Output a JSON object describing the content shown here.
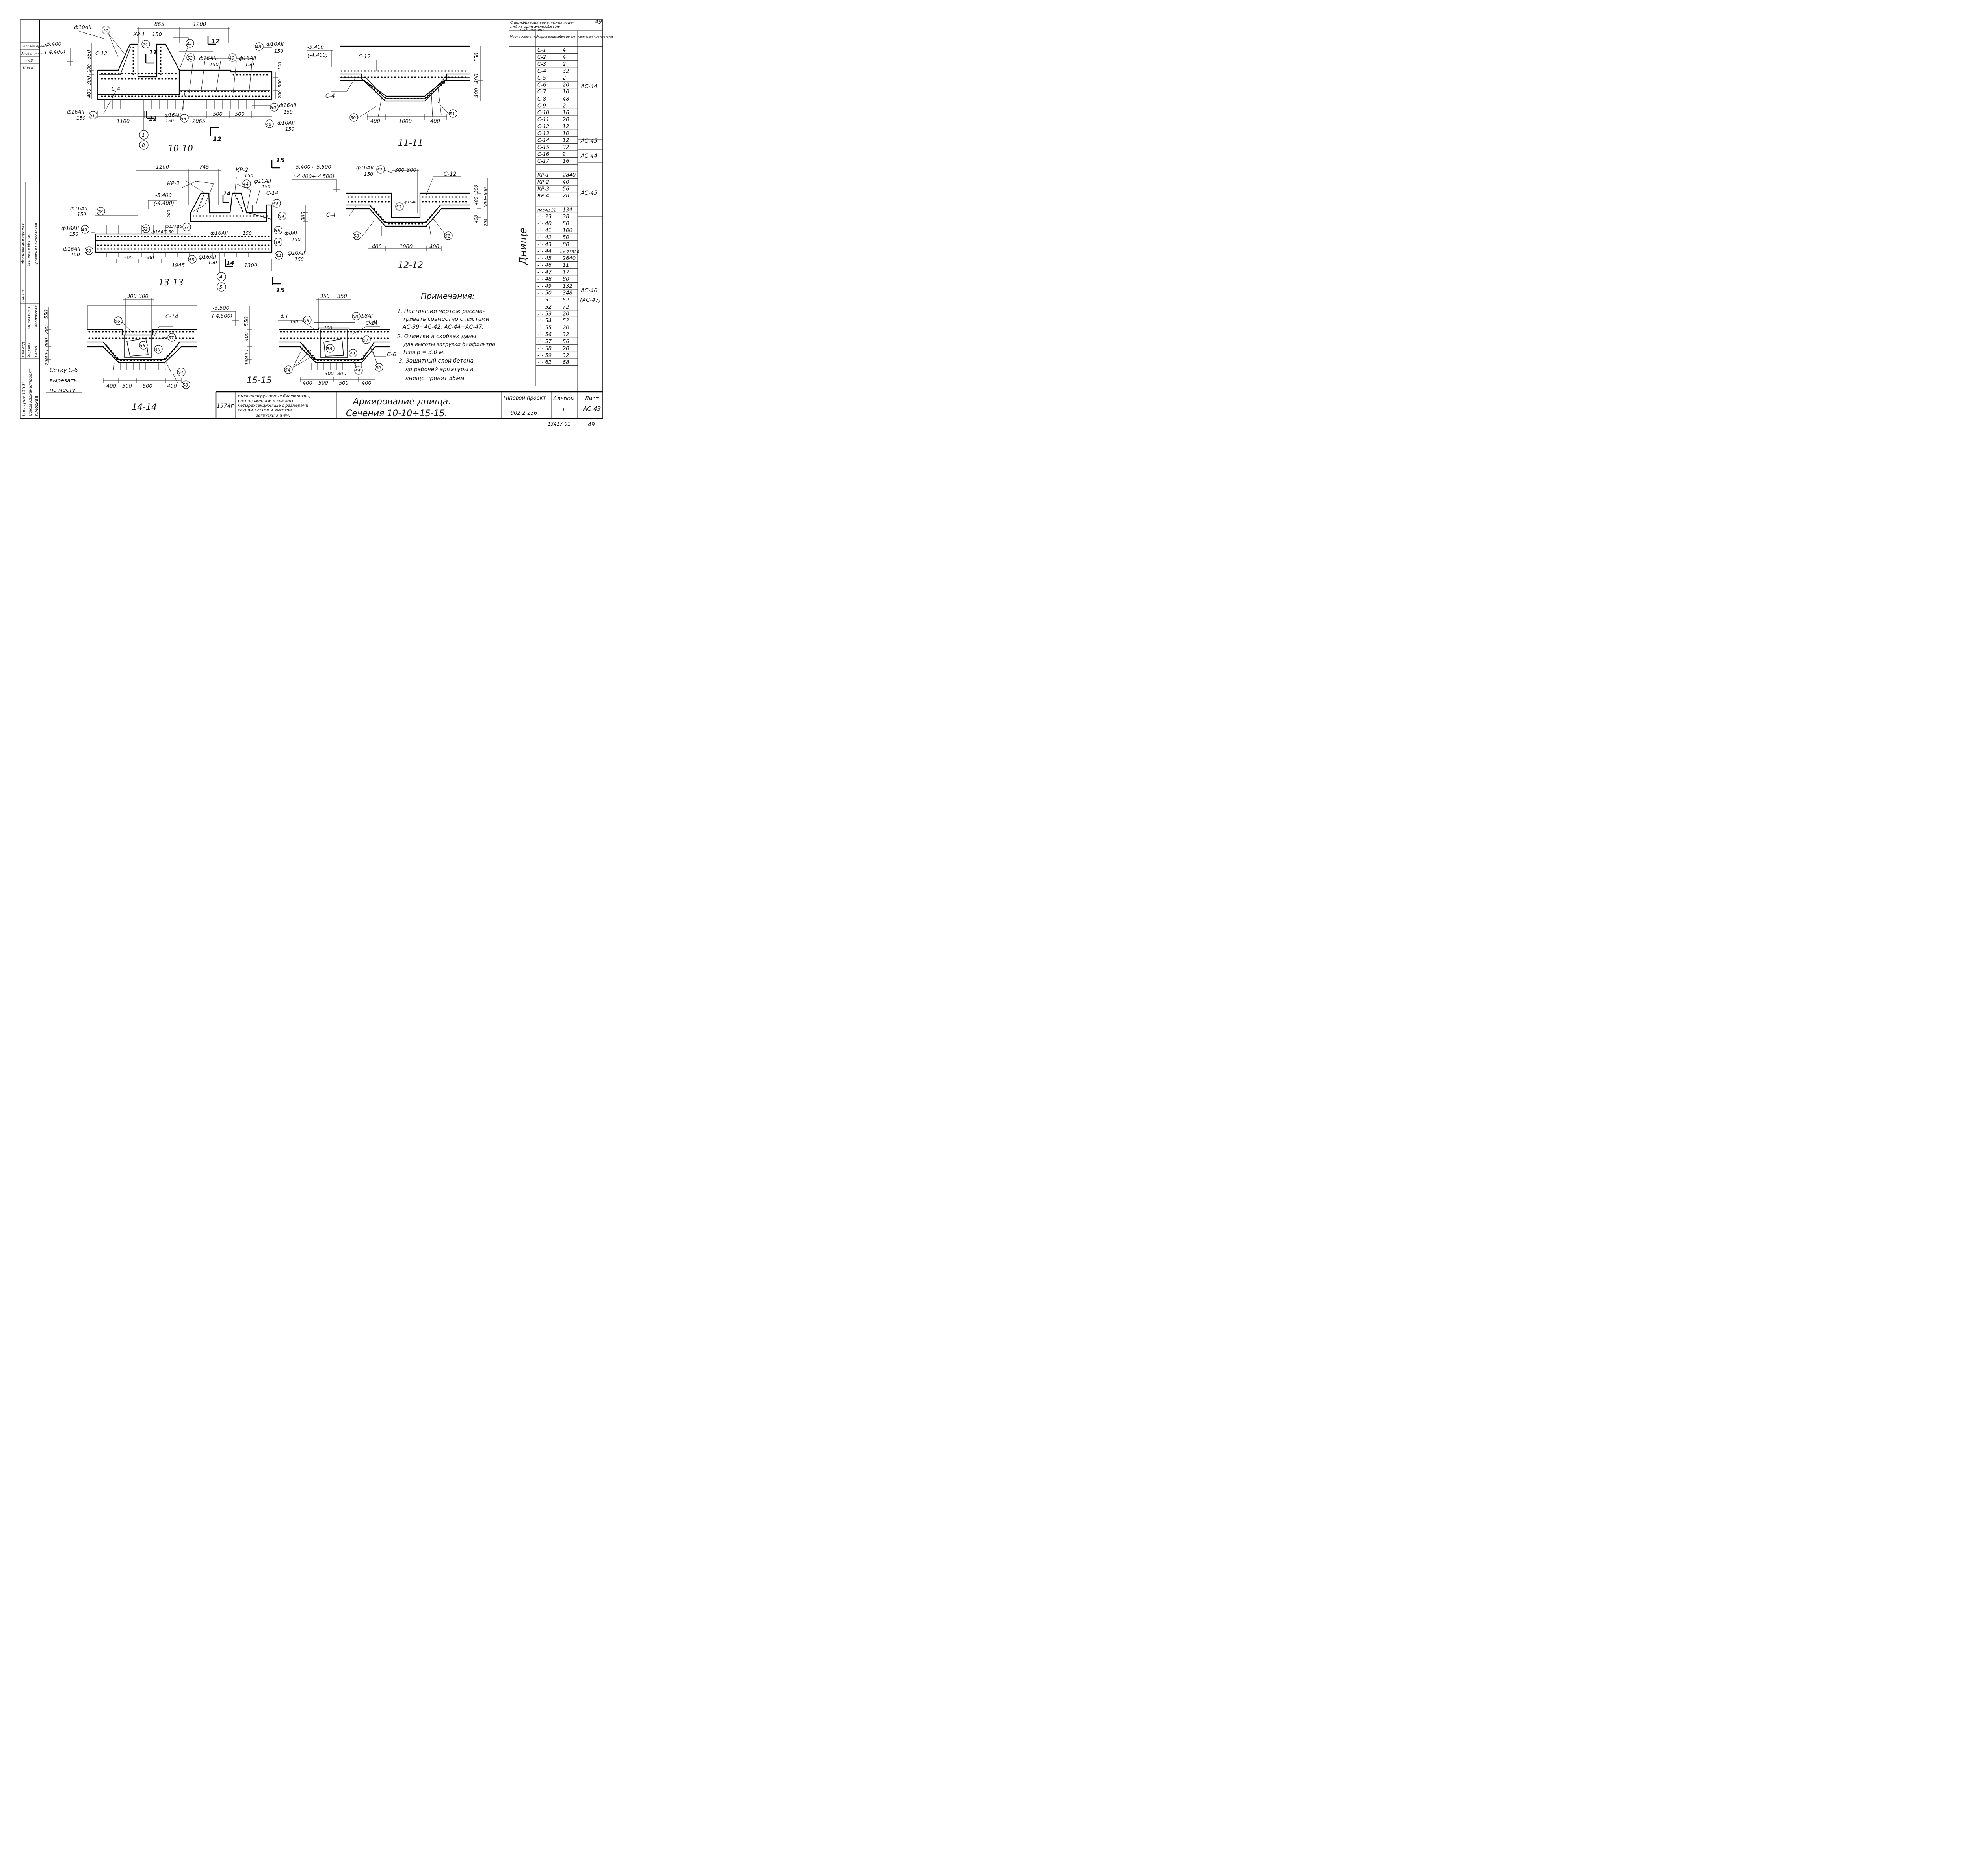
{
  "sheet": {
    "sheet_no_top": "49",
    "stamp_bottom": "13417-01",
    "page_bottom": "49"
  },
  "left_margin": {
    "typical_project": "Типовой проект",
    "album_sheet": "Альбом лист",
    "album_sheet_value": "ч 43",
    "inv_no": "Инв N"
  },
  "signatures": {
    "header": "ГИП В",
    "rows": [
      {
        "role": "Нач.отд",
        "name": "Хорохов",
        "sign": "Хорохов"
      },
      {
        "role": "Гл.спец",
        "name": "Бегаб",
        "sign": "Бегаб"
      },
      {
        "role": "Рук.гр",
        "name": "Андросенко",
        "sign": "Андросенко"
      },
      {
        "role": "Ст.инж",
        "name": "Соколовская",
        "sign": "Соколовская"
      }
    ],
    "checked_header": "Обоснования проект",
    "checked": [
      "Исполнил Мещин",
      "Проверил Соколовская"
    ],
    "org_lines": [
      "Госстрой СССР",
      "Союзводоканалпроект",
      "г.Москва"
    ]
  },
  "sections": {
    "s10": {
      "title": "10-10",
      "cut_label": "12",
      "cut_label_b": "12",
      "cut11": "11",
      "cut11b": "11",
      "kp": "КР-1",
      "kp_dim": "150",
      "c12": "С-12",
      "c4": "С-4",
      "el1": "-5.400",
      "el2": "(-4.400)",
      "dims_top": [
        "865",
        "1200"
      ],
      "dims_bottom": [
        "1100",
        "2065",
        "500",
        "500"
      ],
      "dims_left": [
        "550",
        "100",
        "300",
        "400"
      ],
      "dims_right": [
        "100",
        "500",
        "200"
      ],
      "rebars": [
        "ф10АII",
        "ф16АII",
        "ф16АII",
        "ф10АII",
        "ф16АII",
        "ф16АII",
        "ф16АII",
        "ф10АII"
      ],
      "spacing": "150",
      "marks": [
        "44",
        "44",
        "44",
        "52",
        "49",
        "48",
        "50",
        "51",
        "53",
        "48"
      ],
      "axes": [
        "1",
        "8"
      ]
    },
    "s11": {
      "title": "11-11",
      "el1": "-5.400",
      "el2": "(-4.400)",
      "c12": "С-12",
      "c4": "С-4",
      "dims_bottom": [
        "400",
        "1000",
        "400"
      ],
      "dims_right": [
        "550",
        "400",
        "400"
      ],
      "marks": [
        "50",
        "51"
      ]
    },
    "s13": {
      "title": "13-13",
      "kp": "КР-2",
      "kp2": "КР-2",
      "c14": "С-14",
      "el1": "-5.400",
      "el2": "(-4.400)",
      "cut": "15",
      "cut_b": "15",
      "cut14": "14",
      "cut14b": "14",
      "dims_top": [
        "1200",
        "745"
      ],
      "dims_bottom": [
        "500",
        "500",
        "1945",
        "1300"
      ],
      "rebars": [
        "ф10АII",
        "ф16АII",
        "ф16АII",
        "ф16АII",
        "ф12АII",
        "ф16АII",
        "ф8АI",
        "ф16АII",
        "ф16АII",
        "ф10АII"
      ],
      "spacing": "150",
      "marks": [
        "44",
        "48",
        "49",
        "50",
        "52",
        "57",
        "58",
        "59",
        "56",
        "49",
        "54",
        "55"
      ],
      "axes": [
        "4",
        "5"
      ],
      "dim_right": "300",
      "dim_200": "200"
    },
    "s12": {
      "title": "12-12",
      "el1": "-5.400÷-5.500",
      "el2": "(-4.400÷-4.500)",
      "c12": "С-12",
      "c4": "С-4",
      "rebar": "ф16АII",
      "spacing": "150",
      "dims_top": [
        "300",
        "300"
      ],
      "dims_bottom": [
        "400",
        "1000",
        "400"
      ],
      "dims_right": [
        "400÷300",
        "500÷600",
        "400",
        "200"
      ],
      "marks": [
        "52",
        "53",
        "50",
        "51"
      ]
    },
    "s14": {
      "title": "14-14",
      "c14": "С-14",
      "dims_top": [
        "300",
        "300"
      ],
      "dims_bottom": [
        "400",
        "500",
        "500",
        "400"
      ],
      "dims_left": [
        "550",
        "200",
        "400",
        "400",
        "200"
      ],
      "marks": [
        "56",
        "57",
        "55",
        "49",
        "54",
        "50"
      ],
      "note": [
        "Сетку С-6",
        "вырезать",
        "по месту"
      ]
    },
    "s15": {
      "title": "15-15",
      "el1": "-5.500",
      "el2": "(-4.500)",
      "c14": "С-14",
      "c6": "С-6",
      "dims_top": [
        "350",
        "350"
      ],
      "dims_bottom": [
        "400",
        "500",
        "500",
        "400"
      ],
      "dims_inner": [
        "300",
        "300",
        "100"
      ],
      "dims_left": [
        "550",
        "400",
        "400",
        "100"
      ],
      "rebars": [
        "ф I",
        "ф8АI"
      ],
      "spacing": "150",
      "marks": [
        "59",
        "58",
        "57",
        "56",
        "49",
        "54",
        "55",
        "50"
      ]
    }
  },
  "notes": {
    "title": "Примечания:",
    "items": [
      "1. Настоящий чертеж рассма-",
      "тривать совместно с листами",
      "АС-39÷АС-42, АС-44÷АС-47.",
      "2. Отметки в скобках даны",
      "для высоты загрузки биофильтра",
      "Нзагр = 3.0 м.",
      "3. Защитный слой бетона",
      "до рабочей арматуры в",
      "днище принят 35мм."
    ]
  },
  "spec": {
    "title_lines": [
      "Спецификация арматурных изде-",
      "лий на один железобетон-",
      "ный элемент"
    ],
    "headers": [
      "Марка элемента",
      "Марка изделия",
      "Кол-во шт",
      "Применен-ные чертежи"
    ],
    "element": "Днище",
    "rows": [
      {
        "m": "С-1",
        "q": "4"
      },
      {
        "m": "С-2",
        "q": "4"
      },
      {
        "m": "С-3",
        "q": "2"
      },
      {
        "m": "С-4",
        "q": "32"
      },
      {
        "m": "С-5",
        "q": "2"
      },
      {
        "m": "С-6",
        "q": "20"
      },
      {
        "m": "С-7",
        "q": "10"
      },
      {
        "m": "С-8",
        "q": "48"
      },
      {
        "m": "С-9",
        "q": "2"
      },
      {
        "m": "С-10",
        "q": "16"
      },
      {
        "m": "С-11",
        "q": "20"
      },
      {
        "m": "С-12",
        "q": "12"
      },
      {
        "m": "С-13",
        "q": "10"
      },
      {
        "m": "С-14",
        "q": "12"
      },
      {
        "m": "С-15",
        "q": "32"
      },
      {
        "m": "С-16",
        "q": "2"
      },
      {
        "m": "С-17",
        "q": "16"
      },
      {
        "m": "",
        "q": ""
      },
      {
        "m": "КР-1",
        "q": "2840"
      },
      {
        "m": "КР-2",
        "q": "40"
      },
      {
        "m": "КР-3",
        "q": "56"
      },
      {
        "m": "КР-4",
        "q": "28"
      },
      {
        "m": "",
        "q": ""
      },
      {
        "m": "позиц 21",
        "q": "134"
      },
      {
        "m": "-\"- 23",
        "q": "38"
      },
      {
        "m": "-\"- 40",
        "q": "50"
      },
      {
        "m": "-\"- 41",
        "q": "100"
      },
      {
        "m": "-\"- 42",
        "q": "50"
      },
      {
        "m": "-\"- 43",
        "q": "80"
      },
      {
        "m": "-\"- 44",
        "q": "п.м 23920"
      },
      {
        "m": "-\"- 45",
        "q": "2640"
      },
      {
        "m": "-\"- 46",
        "q": "11"
      },
      {
        "m": "-\"- 47",
        "q": "17"
      },
      {
        "m": "-\"- 48",
        "q": "80"
      },
      {
        "m": "-\"- 49",
        "q": "132"
      },
      {
        "m": "-\"- 50",
        "q": "348"
      },
      {
        "m": "-\"- 51",
        "q": "52"
      },
      {
        "m": "-\"- 52",
        "q": "72"
      },
      {
        "m": "-\"- 53",
        "q": "20"
      },
      {
        "m": "-\"- 54",
        "q": "52"
      },
      {
        "m": "-\"- 55",
        "q": "20"
      },
      {
        "m": "-\"- 56",
        "q": "32"
      },
      {
        "m": "-\"- 57",
        "q": "56"
      },
      {
        "m": "-\"- 58",
        "q": "20"
      },
      {
        "m": "-\"- 59",
        "q": "32"
      },
      {
        "m": "-\"- 62",
        "q": "68"
      }
    ],
    "refs": [
      "АС-44",
      "АС-45",
      "АС-44",
      "АС-45",
      "АС-46",
      "(АС-47)"
    ]
  },
  "title_block": {
    "year": "1974г",
    "desc": [
      "Высоконагружаемые биофильтры,",
      "расположенные в зданиях,",
      "четырехсекционные с размерами",
      "секции 12х18м и высотой",
      "загрузки 3 и 4м."
    ],
    "title1": "Армирование днища.",
    "title2": "Сечения 10-10÷15-15.",
    "project_label": "Типовой проект",
    "project_no": "902-2-236",
    "album_label": "Альбом",
    "album_no": "I",
    "sheet_label": "Лист",
    "sheet_no": "АС-43"
  }
}
